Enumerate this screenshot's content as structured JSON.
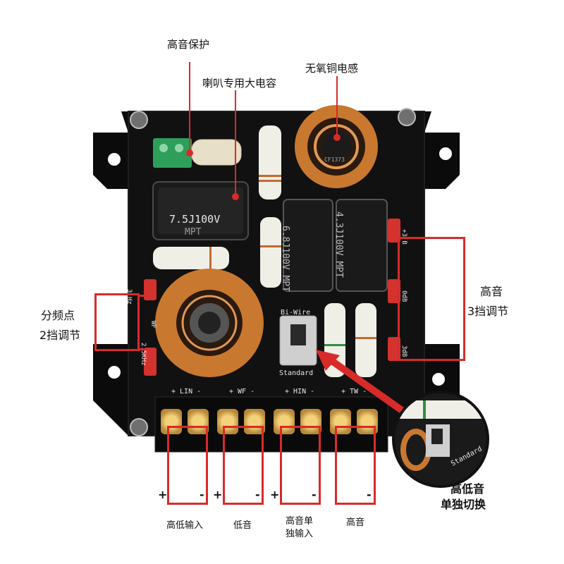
{
  "callouts": {
    "tweeter_protection": "高音保护",
    "speaker_capacitor": "喇叭专用大电容",
    "ofc_inductor": "无氧铜电感",
    "crossover_point_line1": "分频点",
    "crossover_point_line2": "2挡调节",
    "tweeter_adjust_line1": "高音",
    "tweeter_adjust_line2": "3挡调节",
    "biwire_switch_line1": "高低音",
    "biwire_switch_line2": "单独切换"
  },
  "board": {
    "capacitor_big": {
      "line1": "7.5J100V",
      "line2": "MPT"
    },
    "capacitor_a": {
      "line1": "6.8J100V",
      "line2": "MPT"
    },
    "capacitor_b": {
      "line1": "4.3J100V",
      "line2": "MPT"
    },
    "small_inductor_mark": "CF1373",
    "crossover_labels": [
      "3 Hz",
      "WF",
      "2.5KHz"
    ],
    "tweeter_labels": [
      "+3 B",
      "0dB",
      "3dB"
    ],
    "switch_top": "Bi-Wire",
    "switch_bottom": "Standard",
    "terminal_groups": [
      "+ LIN -",
      "+ WF -",
      "+ HIN -",
      "+ TW -"
    ],
    "inset_text": "Standard"
  },
  "terminals": [
    {
      "label": "高低输入",
      "plus": "+",
      "minus": "-"
    },
    {
      "label": "低音",
      "plus": "+",
      "minus": "-"
    },
    {
      "label_line1": "高音单",
      "label_line2": "独输入",
      "plus": "+",
      "minus": "-"
    },
    {
      "label": "高音",
      "plus": "",
      "minus": "-"
    }
  ],
  "colors": {
    "callout": "#d92a2a",
    "pcb": "#0d0d0d",
    "copper": "#c9782f"
  }
}
